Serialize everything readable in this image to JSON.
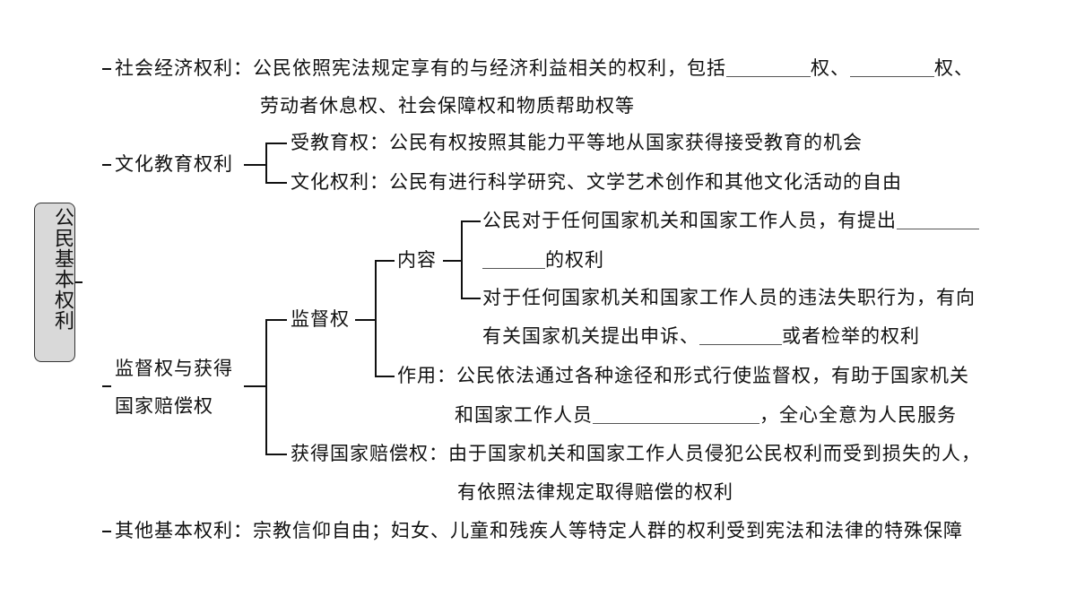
{
  "root": {
    "label": "公民基本权利"
  },
  "economic": {
    "label": "社会经济权利",
    "desc_a": "：公民依照宪法规定享有的与经济利益相关的权利，包括",
    "sep_1": "权、",
    "sep_2": "权、",
    "desc_b": "劳动者休息权、社会保障权和物质帮助权等"
  },
  "culture": {
    "label": "文化教育权利",
    "items": [
      {
        "label": "受教育权",
        "desc": "：公民有权按照其能力平等地从国家获得接受教育的机会"
      },
      {
        "label": "文化权利",
        "desc": "：公民有进行科学研究、文学艺术创作和其他文化活动的自由"
      }
    ]
  },
  "supervision": {
    "label_line1": "监督权与获得",
    "label_line2": "国家赔偿权",
    "sub_label": "监督权",
    "content": {
      "label": "内容",
      "item1_a": "公民对于任何国家机关和国家工作人员，有提出",
      "item1_b": "的权利",
      "item2_a": "对于任何国家机关和国家工作人员的违法失职行为，有向",
      "item2_b": "有关国家机关提出申诉、",
      "item2_c": "或者检举的权利"
    },
    "role": {
      "label": "作用",
      "desc_a": "：公民依法通过各种途径和形式行使监督权，有助于国家机关",
      "desc_b": "和国家工作人员",
      "desc_c": "，全心全意为人民服务"
    },
    "compensation": {
      "label": "获得国家赔偿权",
      "desc_a": "：由于国家机关和国家工作人员侵犯公民权利而受到损失的人，",
      "desc_b": "有依照法律规定取得赔偿的权利"
    }
  },
  "other": {
    "label": "其他基本权利",
    "desc": "：宗教信仰自由；妇女、儿童和残疾人等特定人群的权利受到宪法和法律的特殊保障"
  }
}
